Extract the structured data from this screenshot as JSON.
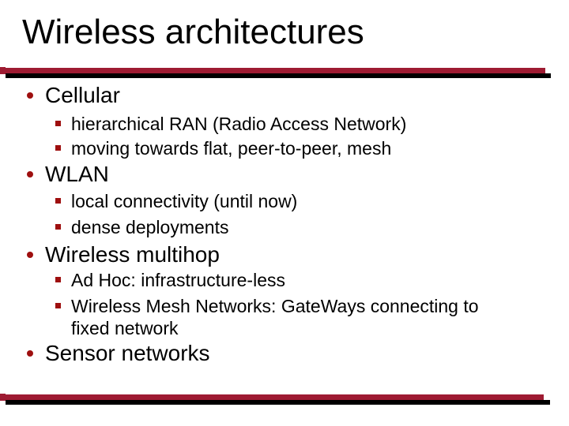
{
  "slide": {
    "title": "Wireless architectures",
    "bullets": [
      {
        "label": "Cellular",
        "subs": [
          "hierarchical RAN (Radio Access Network)",
          "moving towards flat, peer-to-peer, mesh"
        ]
      },
      {
        "label": "WLAN",
        "subs": [
          "local connectivity (until now)",
          "dense deployments"
        ]
      },
      {
        "label": "Wireless multihop",
        "subs": [
          "Ad Hoc: infrastructure-less",
          "Wireless Mesh Networks: GateWays connecting to fixed network"
        ]
      },
      {
        "label": "Sensor networks",
        "subs": []
      }
    ],
    "colors": {
      "accent_red": "#9e1b32",
      "bullet_red": "#9e0f0f",
      "bar_black": "#000000",
      "text": "#000000",
      "background": "#ffffff"
    }
  }
}
